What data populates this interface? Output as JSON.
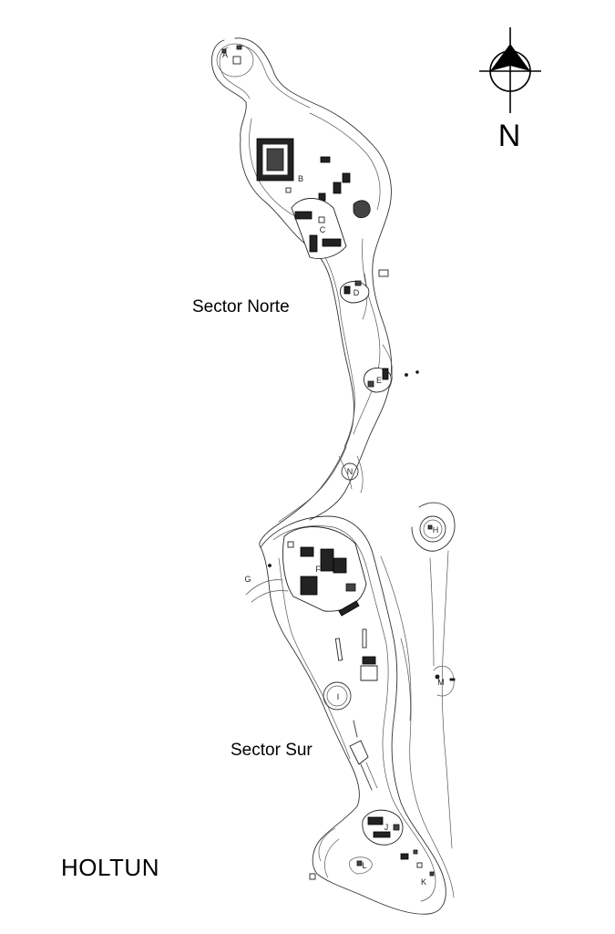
{
  "map": {
    "site_name": "HOLTUN",
    "sectors": {
      "north": "Sector Norte",
      "south": "Sector Sur"
    },
    "north_arrow": {
      "label": "N",
      "icon": "north-arrow-icon"
    },
    "groups": [
      "A",
      "B",
      "C",
      "D",
      "E",
      "N",
      "H",
      "F",
      "G",
      "M",
      "I",
      "J",
      "L",
      "K"
    ]
  }
}
